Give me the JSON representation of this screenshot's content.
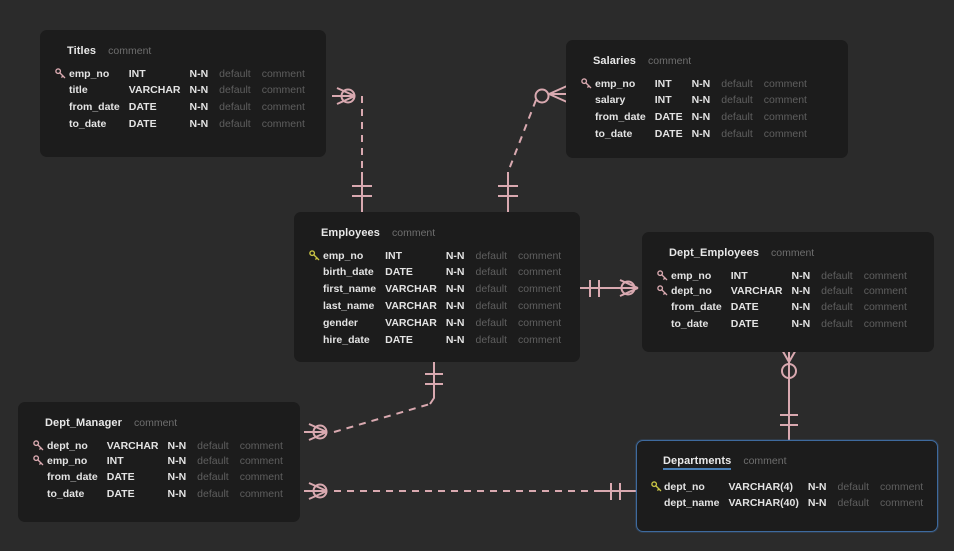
{
  "diagram": {
    "type": "entity-relationship-diagram",
    "background_color": "#2b2b2b",
    "card_color": "#1c1c1c",
    "relation_color": "#d9a9b0",
    "selected_border_color": "#3e6a9e",
    "pk_key_color_default": "#d9a9b0",
    "pk_key_color_highlight": "#c9c444"
  },
  "tables": [
    {
      "name": "Titles",
      "comment": "comment",
      "selected": false,
      "key_color": "pink",
      "columns": [
        {
          "key": true,
          "name": "emp_no",
          "type": "INT",
          "nullable": "N-N",
          "default": "default",
          "comment": "comment"
        },
        {
          "key": false,
          "name": "title",
          "type": "VARCHAR",
          "nullable": "N-N",
          "default": "default",
          "comment": "comment"
        },
        {
          "key": false,
          "name": "from_date",
          "type": "DATE",
          "nullable": "N-N",
          "default": "default",
          "comment": "comment"
        },
        {
          "key": false,
          "name": "to_date",
          "type": "DATE",
          "nullable": "N-N",
          "default": "default",
          "comment": "comment"
        }
      ]
    },
    {
      "name": "Salaries",
      "comment": "comment",
      "selected": false,
      "key_color": "pink",
      "columns": [
        {
          "key": true,
          "name": "emp_no",
          "type": "INT",
          "nullable": "N-N",
          "default": "default",
          "comment": "comment"
        },
        {
          "key": false,
          "name": "salary",
          "type": "INT",
          "nullable": "N-N",
          "default": "default",
          "comment": "comment"
        },
        {
          "key": false,
          "name": "from_date",
          "type": "DATE",
          "nullable": "N-N",
          "default": "default",
          "comment": "comment"
        },
        {
          "key": false,
          "name": "to_date",
          "type": "DATE",
          "nullable": "N-N",
          "default": "default",
          "comment": "comment"
        }
      ]
    },
    {
      "name": "Employees",
      "comment": "comment",
      "selected": false,
      "key_color": "yellow",
      "columns": [
        {
          "key": true,
          "name": "emp_no",
          "type": "INT",
          "nullable": "N-N",
          "default": "default",
          "comment": "comment"
        },
        {
          "key": false,
          "name": "birth_date",
          "type": "DATE",
          "nullable": "N-N",
          "default": "default",
          "comment": "comment"
        },
        {
          "key": false,
          "name": "first_name",
          "type": "VARCHAR",
          "nullable": "N-N",
          "default": "default",
          "comment": "comment"
        },
        {
          "key": false,
          "name": "last_name",
          "type": "VARCHAR",
          "nullable": "N-N",
          "default": "default",
          "comment": "comment"
        },
        {
          "key": false,
          "name": "gender",
          "type": "VARCHAR",
          "nullable": "N-N",
          "default": "default",
          "comment": "comment"
        },
        {
          "key": false,
          "name": "hire_date",
          "type": "DATE",
          "nullable": "N-N",
          "default": "default",
          "comment": "comment"
        }
      ]
    },
    {
      "name": "Dept_Employees",
      "comment": "comment",
      "selected": false,
      "key_color": "pink",
      "columns": [
        {
          "key": true,
          "name": "emp_no",
          "type": "INT",
          "nullable": "N-N",
          "default": "default",
          "comment": "comment"
        },
        {
          "key": true,
          "name": "dept_no",
          "type": "VARCHAR",
          "nullable": "N-N",
          "default": "default",
          "comment": "comment"
        },
        {
          "key": false,
          "name": "from_date",
          "type": "DATE",
          "nullable": "N-N",
          "default": "default",
          "comment": "comment"
        },
        {
          "key": false,
          "name": "to_date",
          "type": "DATE",
          "nullable": "N-N",
          "default": "default",
          "comment": "comment"
        }
      ]
    },
    {
      "name": "Dept_Manager",
      "comment": "comment",
      "selected": false,
      "key_color": "pink",
      "columns": [
        {
          "key": true,
          "name": "dept_no",
          "type": "VARCHAR",
          "nullable": "N-N",
          "default": "default",
          "comment": "comment"
        },
        {
          "key": true,
          "name": "emp_no",
          "type": "INT",
          "nullable": "N-N",
          "default": "default",
          "comment": "comment"
        },
        {
          "key": false,
          "name": "from_date",
          "type": "DATE",
          "nullable": "N-N",
          "default": "default",
          "comment": "comment"
        },
        {
          "key": false,
          "name": "to_date",
          "type": "DATE",
          "nullable": "N-N",
          "default": "default",
          "comment": "comment"
        }
      ]
    },
    {
      "name": "Departments",
      "comment": "comment",
      "selected": true,
      "key_color": "yellow",
      "columns": [
        {
          "key": true,
          "name": "dept_no",
          "type": "VARCHAR(4)",
          "nullable": "N-N",
          "default": "default",
          "comment": "comment"
        },
        {
          "key": false,
          "name": "dept_name",
          "type": "VARCHAR(40)",
          "nullable": "N-N",
          "default": "default",
          "comment": "comment"
        }
      ]
    }
  ],
  "relationships": [
    {
      "from": "Titles",
      "to": "Employees",
      "from_cardinality": "zero-or-many",
      "to_cardinality": "exactly-one"
    },
    {
      "from": "Salaries",
      "to": "Employees",
      "from_cardinality": "zero-or-many",
      "to_cardinality": "exactly-one"
    },
    {
      "from": "Employees",
      "to": "Dept_Employees",
      "from_cardinality": "exactly-one",
      "to_cardinality": "zero-or-many"
    },
    {
      "from": "Dept_Employees",
      "to": "Departments",
      "from_cardinality": "zero-or-many",
      "to_cardinality": "exactly-one"
    },
    {
      "from": "Dept_Manager",
      "to": "Employees",
      "from_cardinality": "zero-or-many",
      "to_cardinality": "exactly-one"
    },
    {
      "from": "Dept_Manager",
      "to": "Departments",
      "from_cardinality": "zero-or-many",
      "to_cardinality": "exactly-one"
    }
  ]
}
